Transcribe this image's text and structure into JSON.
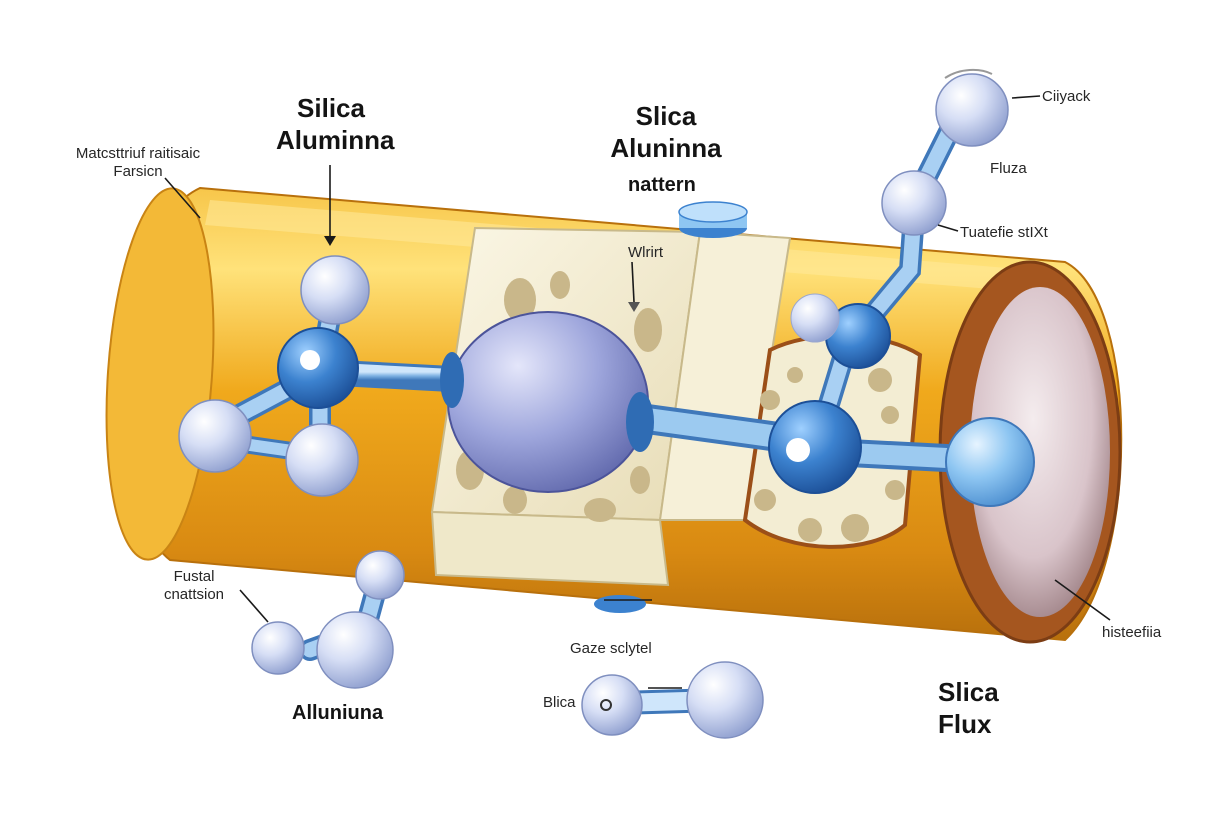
{
  "labels": {
    "silica_alumina_left": [
      "Silica",
      "Aluminna"
    ],
    "silica_alumina_center": [
      "Slica",
      "Aluninna"
    ],
    "nattern": "nattern",
    "matcstriuf": [
      "Matcsttriuf raitisaic",
      "Farsicn"
    ],
    "wlrirt": "Wlrirt",
    "ciyack": "Ciiyack",
    "fluza": "Fluza",
    "tuatefie": "Tuatefie stIXt",
    "fustal": [
      "Fustal",
      "cnattsion"
    ],
    "alluniuna": "Alluniuna",
    "gaze": "Gaze sclytel",
    "blica": "Blica",
    "histeefiia": "histeefiia",
    "slica_flux": [
      "Slica",
      "Flux"
    ]
  },
  "colors": {
    "tube_gold": "#f0a91c",
    "tube_highlight": "#ffe27a",
    "tube_rim": "#a5561f",
    "tube_inner": "#e7d7dc",
    "porous_block": "#f3edd3",
    "atom_blue": "#3c82cf",
    "atom_lilac": "#cfd8f2",
    "central_ellipsoid": "#8d96d4",
    "bond_blue": "#7cb0e2"
  }
}
